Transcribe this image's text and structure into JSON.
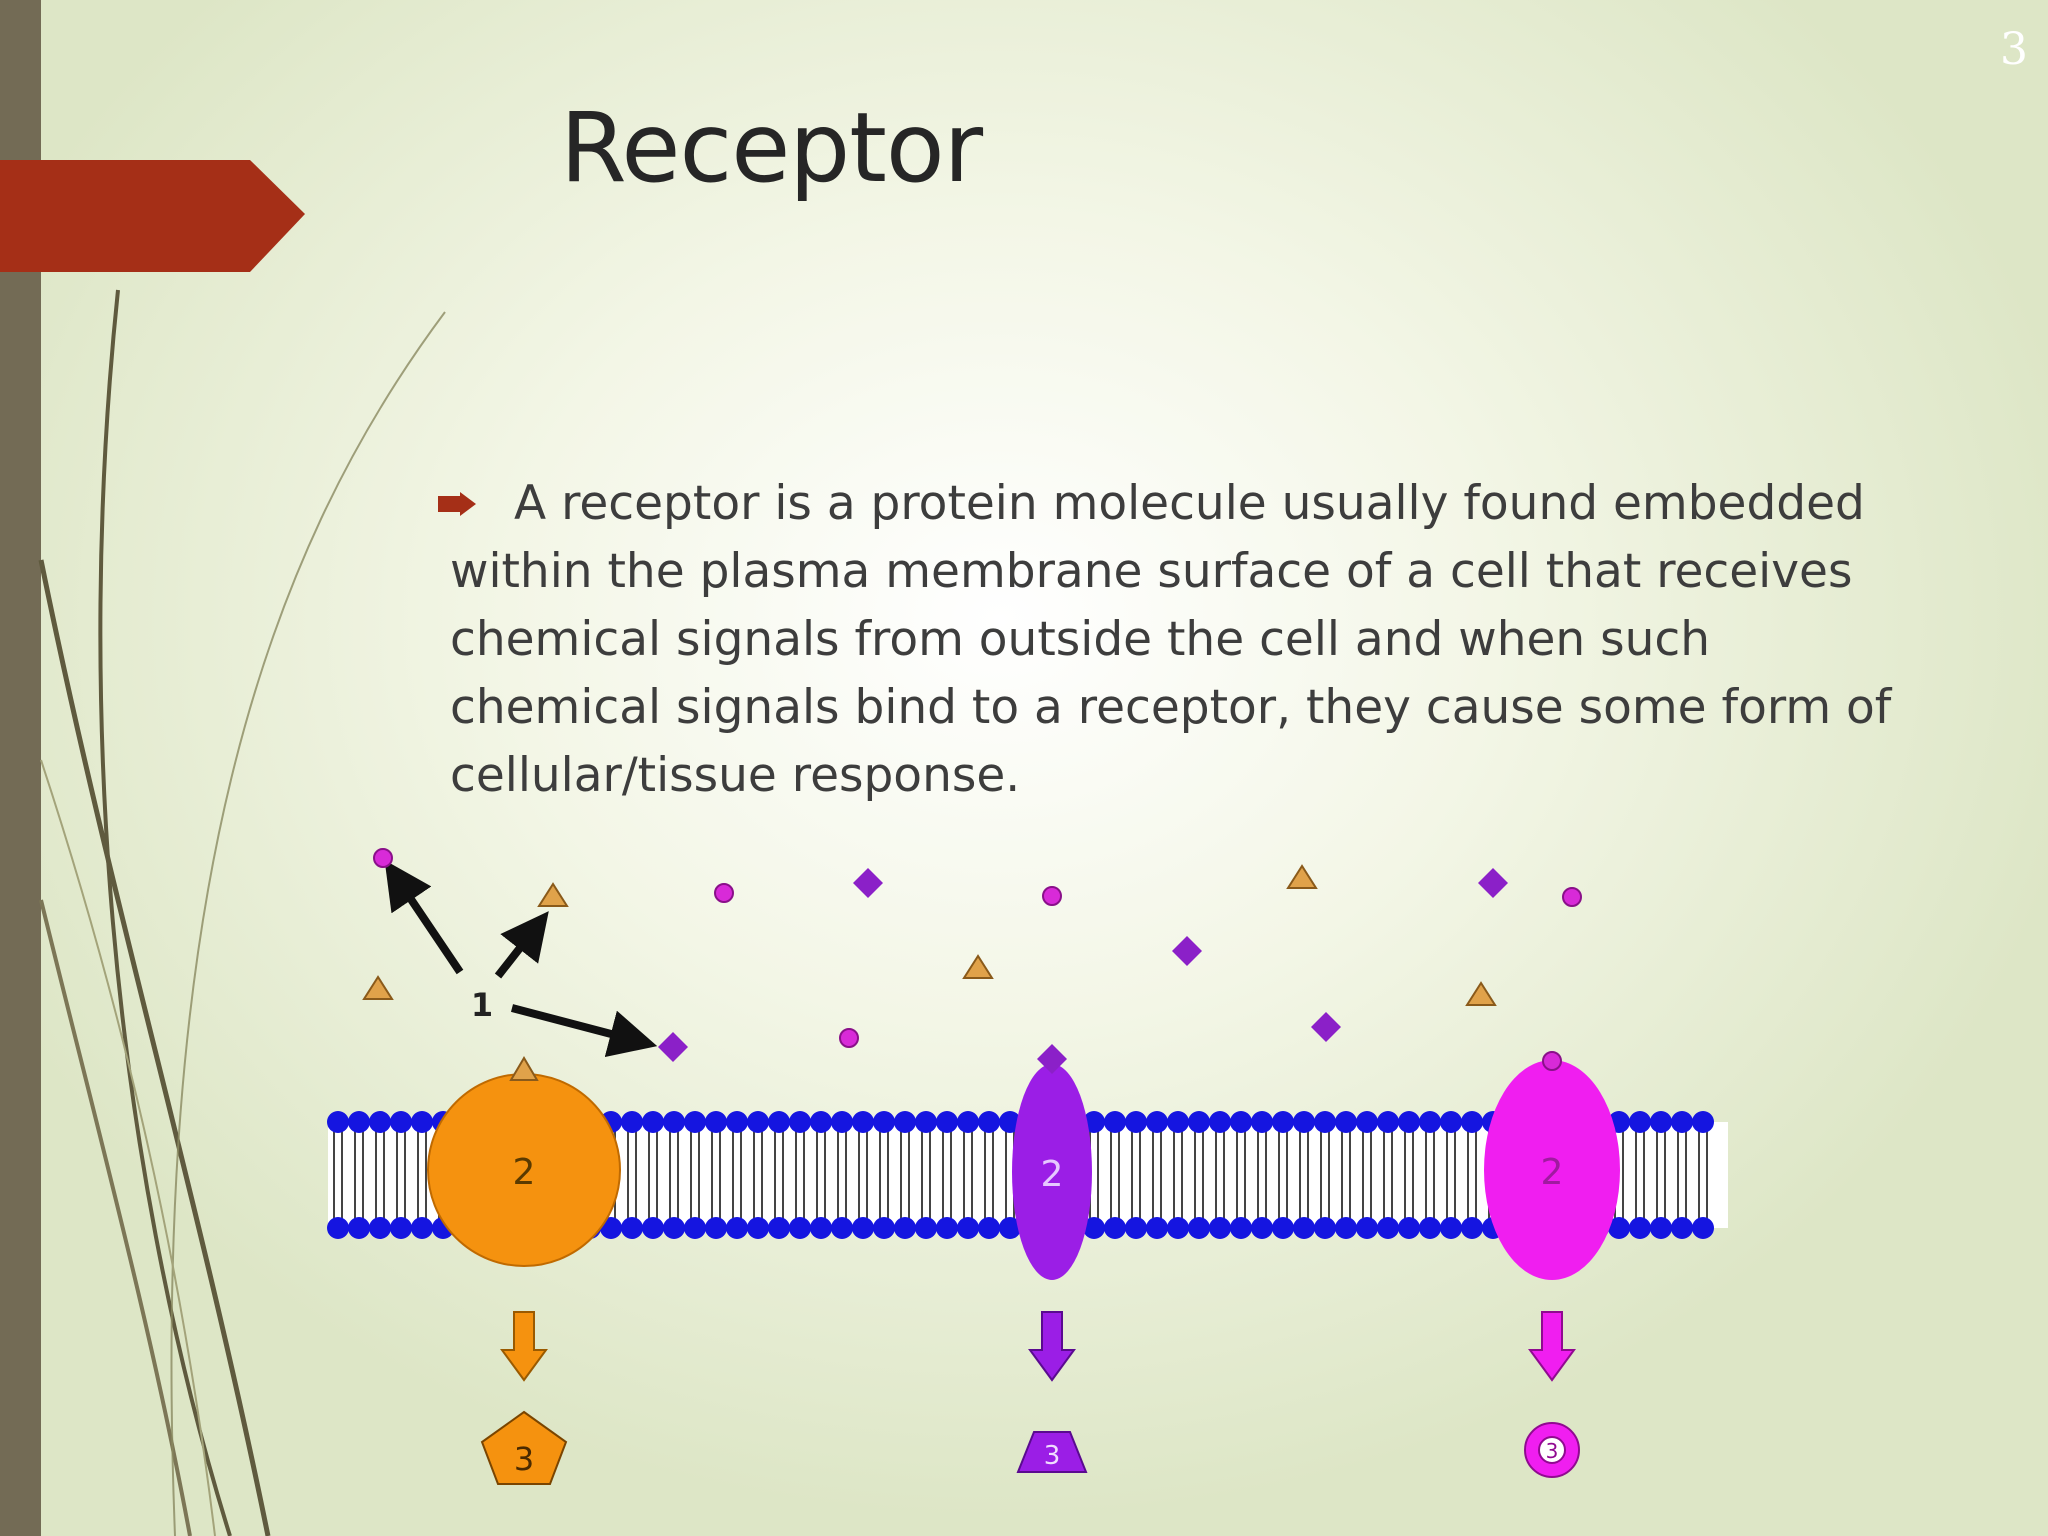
{
  "slide": {
    "page_number": "3",
    "title": "Receptor",
    "bullet_text": "A receptor is a protein molecule usually found embedded within the plasma membrane surface of a cell that  receives chemical signals from outside the cell and when  such chemical signals bind to a receptor, they cause some  form of cellular/tissue response."
  },
  "diagram": {
    "signal_label": "1",
    "receptor_label": "2",
    "response_label": "3",
    "receptors": [
      {
        "shape": "circle",
        "color": "#f5920f",
        "ligand": "triangle"
      },
      {
        "shape": "ellipse",
        "color": "#9b1ee6",
        "ligand": "diamond"
      },
      {
        "shape": "ellipse",
        "color": "#f01ef0",
        "ligand": "circle"
      }
    ],
    "colors": {
      "accent_tab": "#a52f17",
      "side_bar": "#736b55",
      "lipid_head": "#1515e0",
      "triangle_ligand": "#e0a24a",
      "diamond_ligand": "#8b20c8",
      "circle_ligand": "#d82ad8"
    }
  }
}
